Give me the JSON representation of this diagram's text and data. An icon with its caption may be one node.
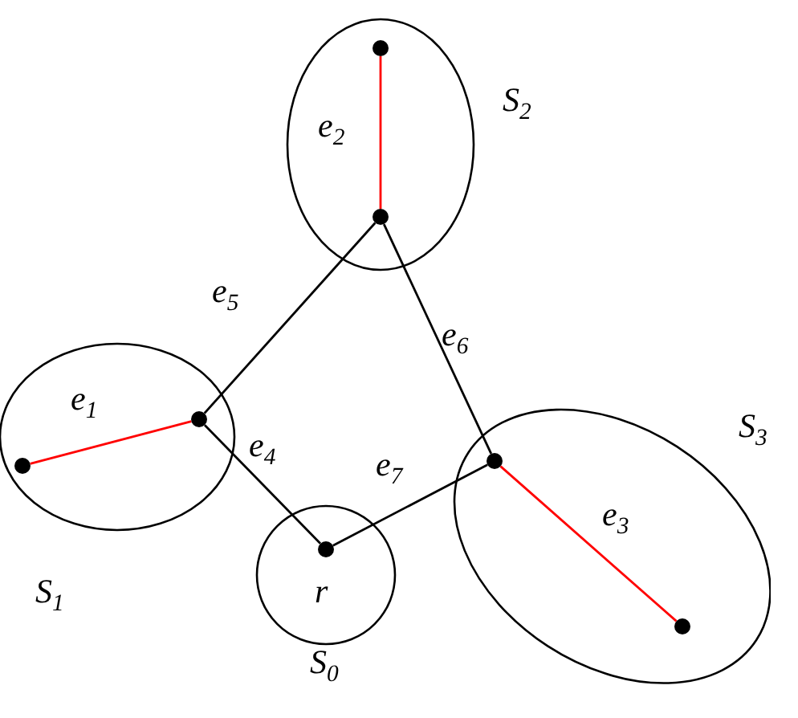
{
  "diagram": {
    "nodes": [
      {
        "text": [],
        "shape": "ellipse",
        "beside": [
          "S$_{2}$"
        ]
      },
      {
        "text": [],
        "shape": "circle",
        "in": 0
      },
      {
        "text": [],
        "shape": "circle",
        "in": 0
      },
      {
        "text": [],
        "shape": "ellipse",
        "beside": [
          "S$_{1}$"
        ]
      },
      {
        "text": [],
        "shape": "circle",
        "in": 3
      },
      {
        "text": [],
        "shape": "circle",
        "in": 3
      },
      {
        "text": [],
        "shape": "ellipse",
        "beside": [
          "S$_{0}$"
        ]
      },
      {
        "text": [],
        "shape": "circle",
        "in": 6,
        "beside": [
          "r"
        ]
      },
      {
        "text": [],
        "shape": "ellipse",
        "beside": [
          "S$_{3}$"
        ]
      },
      {
        "text": [],
        "shape": "circle",
        "in": 8
      },
      {
        "text": [],
        "shape": "circle",
        "in": 8
      }
    ],
    "edges": [
      {
        "from": 4,
        "to": 5,
        "arrow": "none",
        "label": "e$_{1}$",
        "color": "#ff0000"
      },
      {
        "from": 1,
        "to": 2,
        "arrow": "none",
        "label": "e$_{2}$",
        "color": "#ff0000"
      },
      {
        "from": 9,
        "to": 10,
        "arrow": "none",
        "label": "e$_{3}$",
        "color": "#ff0000"
      },
      {
        "from": 5,
        "to": 7,
        "arrow": "none",
        "label": "e$_{4}$"
      },
      {
        "from": 2,
        "to": 5,
        "arrow": "none",
        "label": "e$_{5}$"
      },
      {
        "from": 2,
        "to": 9,
        "arrow": "none",
        "label": "e$_{6}$"
      },
      {
        "from": 7,
        "to": 9,
        "arrow": "none",
        "label": "e$_{7}$"
      }
    ]
  }
}
